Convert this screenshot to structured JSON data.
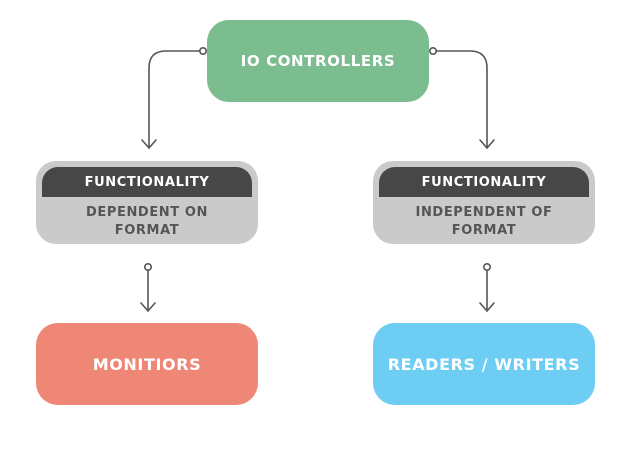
{
  "colors": {
    "root": "#7bbd8f",
    "card_outer": "#cacaca",
    "card_header": "#474747",
    "card_text": "#555555",
    "left_leaf": "#ef8777",
    "right_leaf": "#6dcdf3",
    "connector": "#555555"
  },
  "root": {
    "label": "IO CONTROLLERS"
  },
  "left_card": {
    "header": "FUNCTIONALITY",
    "line1": "DEPENDENT ON",
    "line2": "FORMAT"
  },
  "right_card": {
    "header": "FUNCTIONALITY",
    "line1": "INDEPENDENT OF",
    "line2": "FORMAT"
  },
  "left_leaf": {
    "label": "MONITIORS"
  },
  "right_leaf": {
    "label": "READERS / WRITERS"
  }
}
